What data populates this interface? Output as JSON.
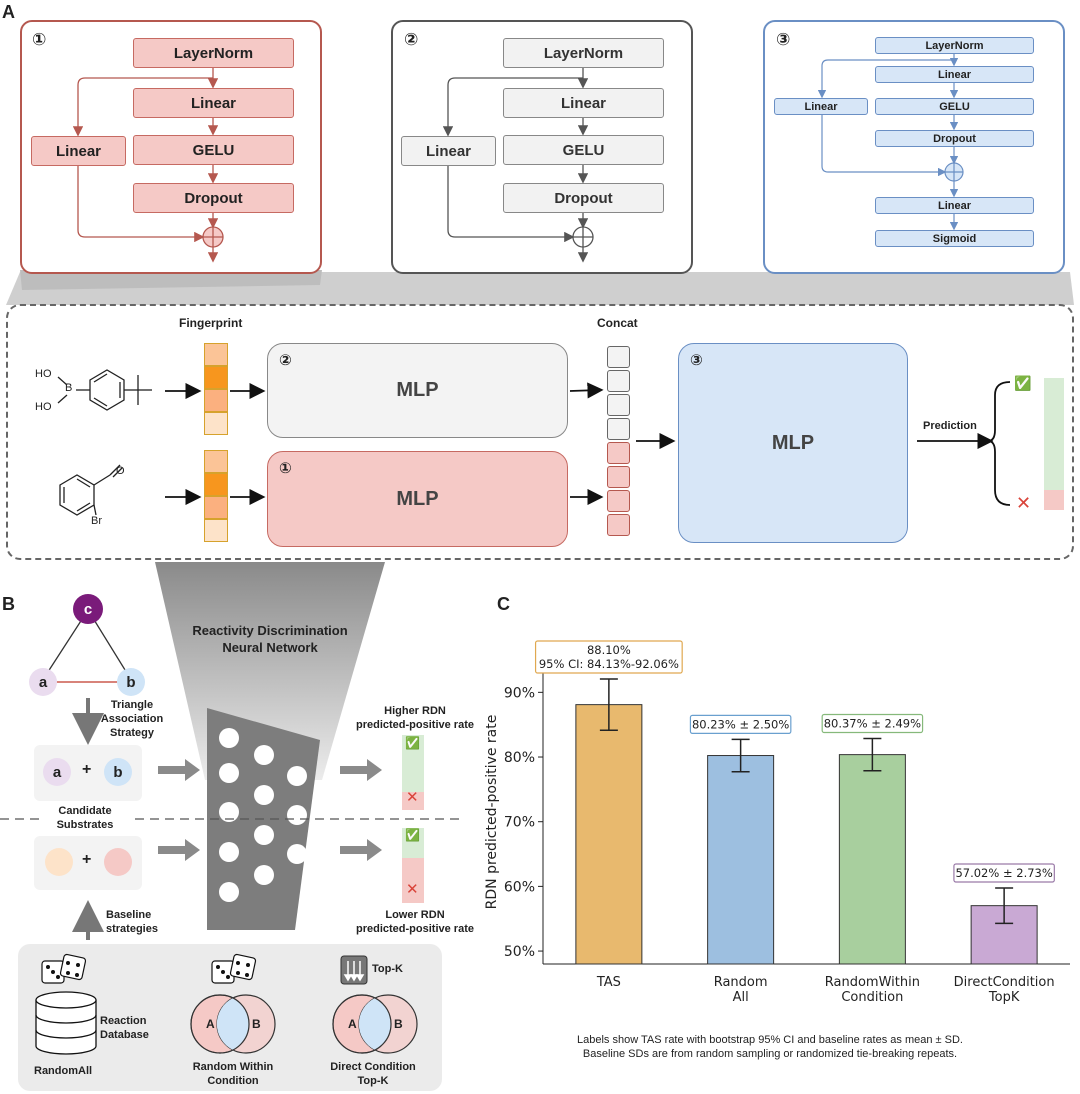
{
  "panels": {
    "a": "A",
    "b": "B",
    "c": "C"
  },
  "modules": {
    "m1": {
      "num": "①",
      "layernorm": "LayerNorm",
      "linear_main": "Linear",
      "gelu": "GELU",
      "dropout": "Dropout",
      "linear_side": "Linear"
    },
    "m2": {
      "num": "②",
      "layernorm": "LayerNorm",
      "linear_main": "Linear",
      "gelu": "GELU",
      "dropout": "Dropout",
      "linear_side": "Linear"
    },
    "m3": {
      "num": "③",
      "layernorm": "LayerNorm",
      "linear_main": "Linear",
      "gelu": "GELU",
      "dropout": "Dropout",
      "linear_side": "Linear",
      "linear_out": "Linear",
      "sigmoid": "Sigmoid"
    }
  },
  "pipeline": {
    "fingerprint": "Fingerprint",
    "concat": "Concat",
    "mlp_top_num": "②",
    "mlp_top": "MLP",
    "mlp_bottom_num": "①",
    "mlp_bottom": "MLP",
    "mlp_final_num": "③",
    "mlp_final": "MLP",
    "prediction": "Prediction",
    "mol1_ho1": "HO",
    "mol1_b": "B",
    "mol1_ho2": "HO",
    "mol2_br": "Br",
    "mol2_o": "O",
    "check": "✅",
    "cross": "✕"
  },
  "panel_b": {
    "node_c": "c",
    "node_a": "a",
    "node_b": "b",
    "tas_label": [
      "Triangle",
      "Association",
      "Strategy"
    ],
    "pair_a": "a",
    "pair_plus": "+",
    "pair_b": "b",
    "candidate": [
      "Candidate",
      "Substrates"
    ],
    "pair2_plus": "+",
    "baseline": [
      "Baseline",
      "strategies"
    ],
    "rdn_title": [
      "Reactivity Discrimination",
      "Neural Network"
    ],
    "higher": [
      "Higher RDN",
      "predicted-positive rate"
    ],
    "lower": [
      "Lower RDN",
      "predicted-positive rate"
    ],
    "reaction_db": [
      "Reaction",
      "Database"
    ],
    "randomall": "RandomAll",
    "venn_a": "A",
    "venn_b": "B",
    "random_within": [
      "Random Within",
      "Condition"
    ],
    "topk": "Top-K",
    "direct_topk": [
      "Direct Condition",
      "Top-K"
    ],
    "check": "✅",
    "cross": "✕"
  },
  "chart_data": {
    "type": "bar",
    "ylabel": "RDN predicted-positive rate",
    "ylim": [
      48,
      95
    ],
    "yticks": [
      50,
      60,
      70,
      80,
      90
    ],
    "ytick_labels": [
      "50%",
      "60%",
      "70%",
      "80%",
      "90%"
    ],
    "categories": [
      [
        "TAS"
      ],
      [
        "Random",
        "All"
      ],
      [
        "RandomWithin",
        "Condition"
      ],
      [
        "DirectCondition",
        "TopK"
      ]
    ],
    "values": [
      88.1,
      80.23,
      80.37,
      57.02
    ],
    "err_low": [
      84.13,
      77.73,
      77.88,
      54.29
    ],
    "err_high": [
      92.06,
      82.73,
      82.86,
      59.75
    ],
    "colors": [
      "#e8b96e",
      "#9dbfe0",
      "#a8cf9e",
      "#c9a9d4"
    ],
    "label_border_colors": [
      "#e0a850",
      "#6aa0cf",
      "#86b97b",
      "#9a7aa8"
    ],
    "annotations": [
      [
        "88.10%",
        "95% CI: 84.13%-92.06%"
      ],
      [
        "80.23% ± 2.50%"
      ],
      [
        "80.37% ± 2.49%"
      ],
      [
        "57.02% ± 2.73%"
      ]
    ],
    "note": [
      "Labels show TAS rate with bootstrap 95% CI and baseline rates as mean ± SD.",
      "Baseline SDs are from random sampling or randomized tie-breaking repeats."
    ]
  }
}
